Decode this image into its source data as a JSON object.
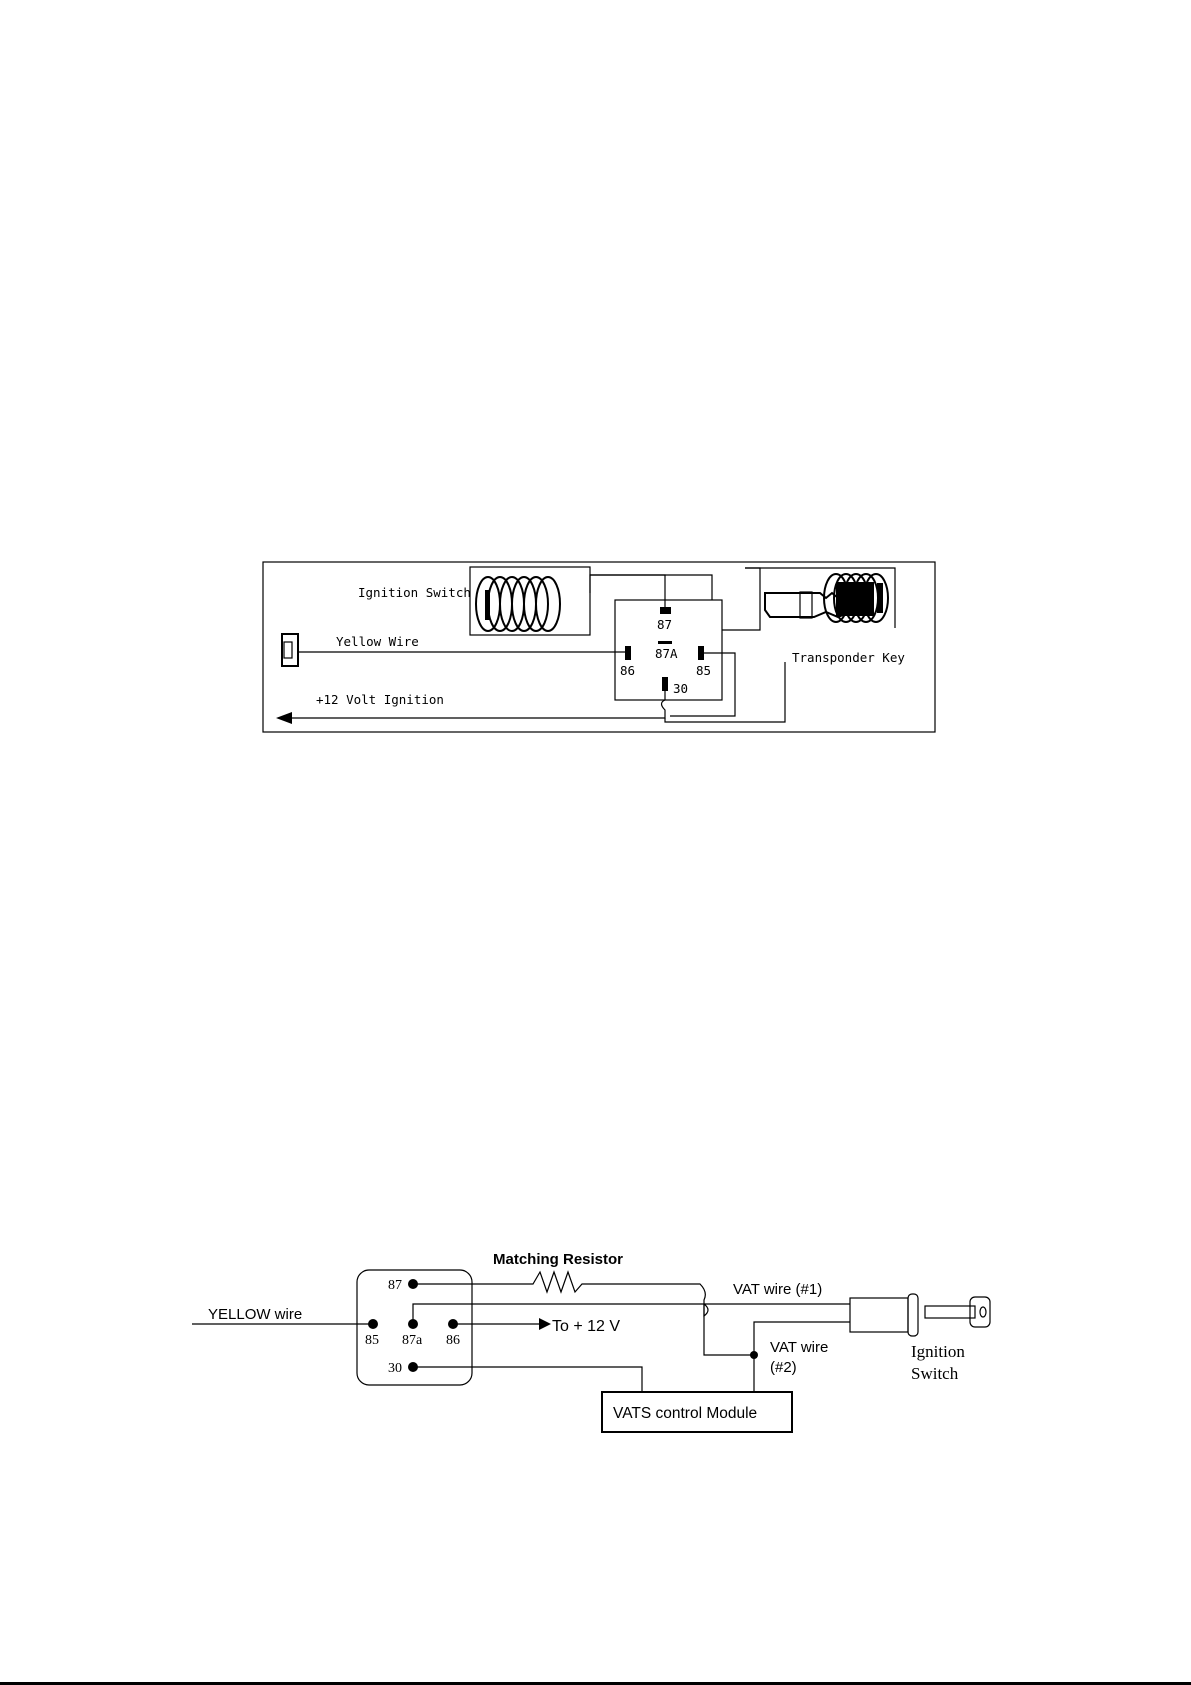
{
  "diagram1": {
    "labels": {
      "ignition_switch": "Ignition Switch",
      "yellow_wire": "Yellow Wire",
      "plus12_ignition": "+12 Volt Ignition",
      "transponder_key": "Transponder Key"
    },
    "pins": {
      "p87": "87",
      "p87a": "87A",
      "p86": "86",
      "p85": "85",
      "p30": "30"
    }
  },
  "diagram2": {
    "labels": {
      "matching_resistor": "Matching Resistor",
      "yellow_wire": "YELLOW wire",
      "to_12v": "To + 12 V",
      "vat_wire_1": "VAT wire (#1)",
      "vat_wire_2_line1": "VAT wire",
      "vat_wire_2_line2": "(#2)",
      "ignition_line1": "Ignition",
      "ignition_line2": "Switch",
      "module": "VATS control Module"
    },
    "pins": {
      "p87": "87",
      "p85": "85",
      "p87a": "87a",
      "p86": "86",
      "p30": "30"
    }
  }
}
